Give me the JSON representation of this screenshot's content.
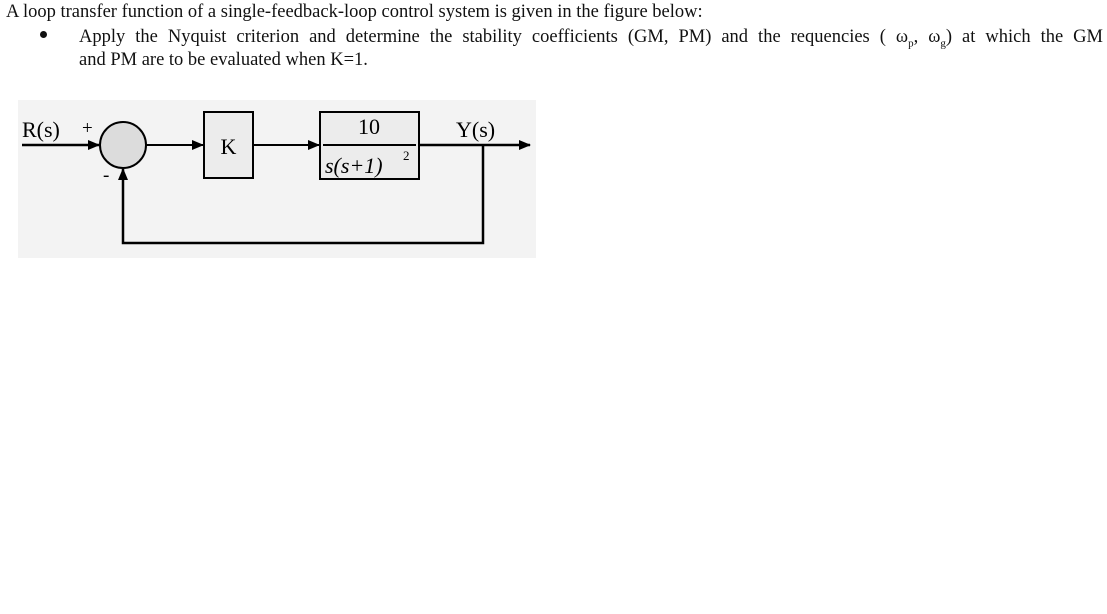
{
  "question": {
    "intro": "A loop transfer function of a single-feedback-loop control system is given in the figure below:",
    "bullet": {
      "part1": "Apply the Nyquist criterion and determine the stability coefficients (GM, PM) and the requencies ( ",
      "omega_p_symbol": "ω",
      "omega_p_sub": "p",
      "comma": ", ",
      "omega_g_symbol": "ω",
      "omega_g_sub": "g",
      "part2": ") at which the GM",
      "line2": "and PM are to be evaluated when K=1."
    }
  },
  "block_diagram": {
    "input_label": "R(s)",
    "output_label": "Y(s)",
    "plus_sign": "+",
    "minus_sign": "-",
    "gain_label": "K",
    "plant_numerator": "10",
    "plant_denominator": "s(s+1)",
    "plant_exponent": "2",
    "background_color": "#f3f3f3",
    "block_fill": "#ececec",
    "summer_fill": "#dcdcdc",
    "line_color": "#000000"
  }
}
